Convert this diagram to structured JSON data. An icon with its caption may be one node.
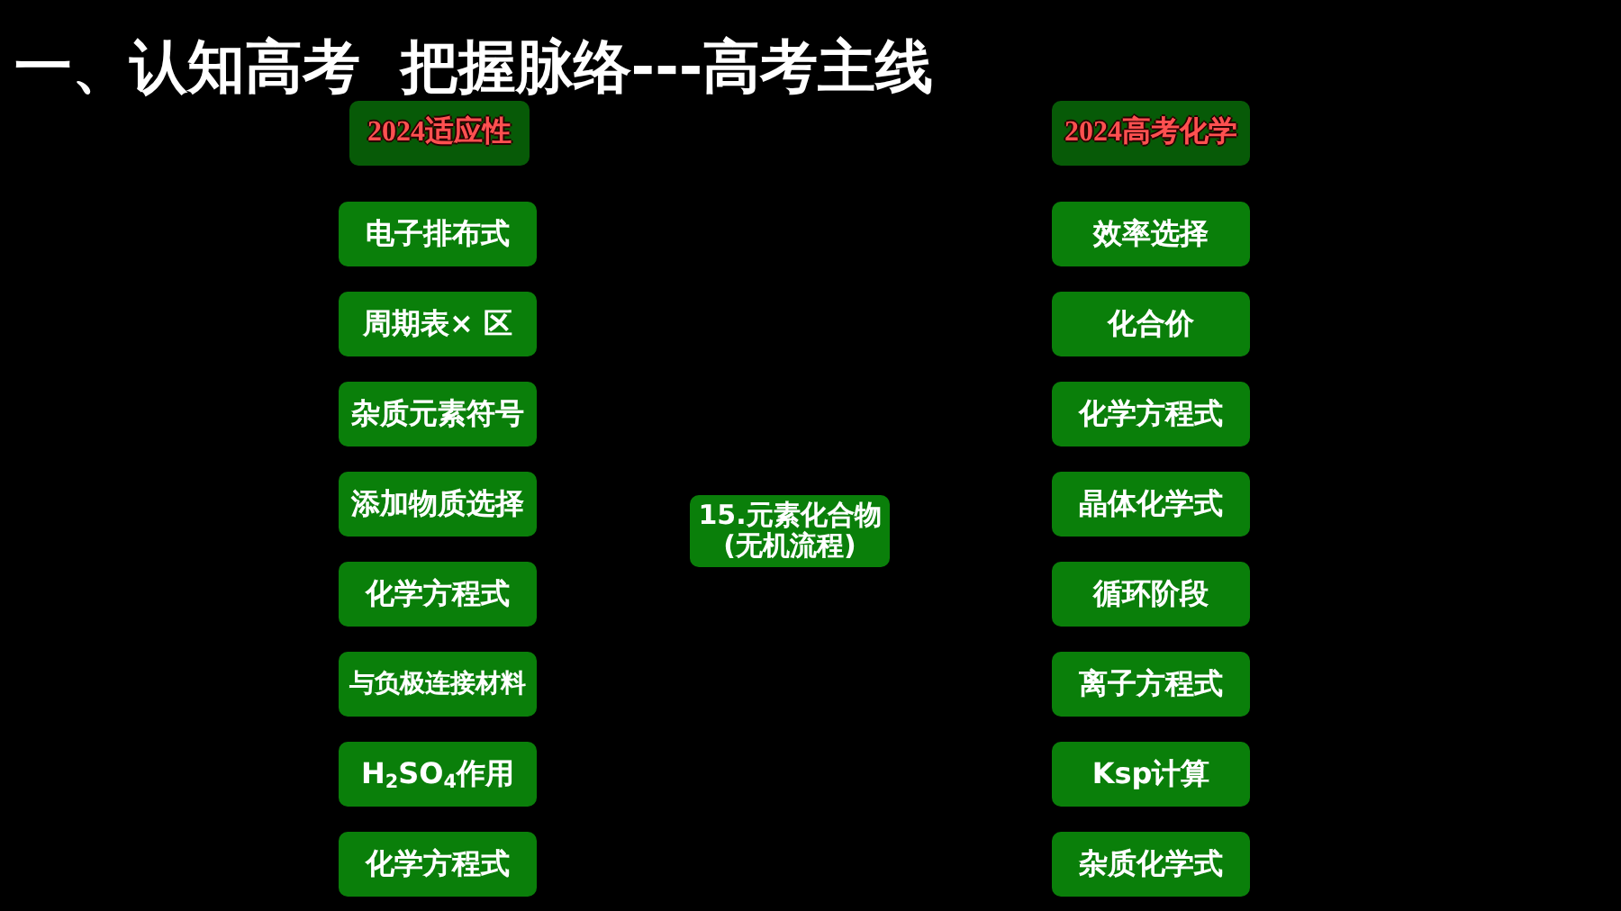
{
  "diagram": {
    "title": "一、认知高考  把握脉络---高考主线",
    "nodes": [
      {
        "text": [
          "2024适应性"
        ]
      },
      {
        "text": [
          "电子排布式"
        ]
      },
      {
        "text": [
          "周期表× 区"
        ]
      },
      {
        "text": [
          "杂质元素符号"
        ]
      },
      {
        "text": [
          "添加物质选择"
        ]
      },
      {
        "text": [
          "化学方程式"
        ]
      },
      {
        "text": [
          "与负极连接材料"
        ]
      },
      {
        "text": [
          "H$_{2}$SO$_{4}$作用"
        ]
      },
      {
        "text": [
          "化学方程式"
        ]
      },
      {
        "text": [
          "15.元素化合物(无机流程)"
        ]
      },
      {
        "text": [
          "2024高考化学"
        ]
      },
      {
        "text": [
          "效率选择"
        ]
      },
      {
        "text": [
          "化合价"
        ]
      },
      {
        "text": [
          "化学方程式"
        ]
      },
      {
        "text": [
          "晶体化学式"
        ]
      },
      {
        "text": [
          "循环阶段"
        ]
      },
      {
        "text": [
          "离子方程式"
        ]
      },
      {
        "text": [
          "Ksp计算"
        ]
      },
      {
        "text": [
          "杂质化学式"
        ]
      }
    ]
  }
}
